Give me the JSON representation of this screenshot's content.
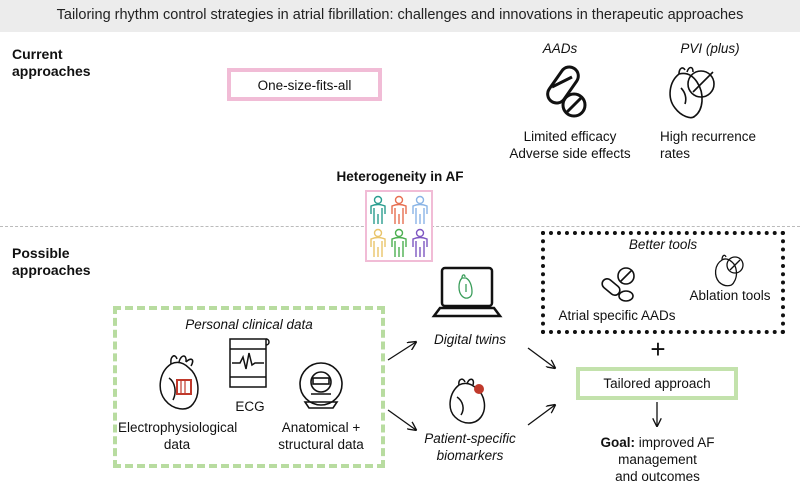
{
  "title": "Tailoring rhythm control strategies in atrial fibrillation: challenges and innovations in therapeutic approaches",
  "current": {
    "label_line1": "Current",
    "label_line2": "approaches",
    "one_size": "One-size-fits-all",
    "aads": {
      "title": "AADs",
      "line1": "Limited efficacy",
      "line2": "Adverse side effects",
      "icon": "pill-capsule-icon"
    },
    "pvi": {
      "title": "PVI (plus)",
      "line1": "High recurrence",
      "line2": "rates",
      "icon": "heart-ablation-icon"
    }
  },
  "heterogeneity": {
    "label": "Heterogeneity in AF",
    "icon": "patients-group-icon",
    "person_colors": [
      "#2a9d8f",
      "#e76f51",
      "#8ab4e6",
      "#e9c46a",
      "#4caf50",
      "#7e57c2"
    ]
  },
  "possible": {
    "label_line1": "Possible",
    "label_line2": "approaches",
    "personal": {
      "title": "Personal clinical data",
      "ep_line1": "Electrophysiological",
      "ep_line2": "data",
      "ecg": "ECG",
      "anat_line1": "Anatomical +",
      "anat_line2": "structural data"
    },
    "digital_twins": "Digital twins",
    "biomarkers_line1": "Patient-specific",
    "biomarkers_line2": "biomarkers",
    "better_tools": {
      "title": "Better tools",
      "aads": "Atrial specific AADs",
      "ablation": "Ablation tools"
    },
    "plus_sign": "+",
    "tailored": "Tailored approach",
    "goal_bold": "Goal:",
    "goal_line1": " improved AF",
    "goal_line2": "management",
    "goal_line3": "and outcomes"
  },
  "colors": {
    "pink": "#f1bcd6",
    "green": "#b8dca0",
    "heart_red": "#c0392b",
    "title_bg": "#ececec"
  }
}
